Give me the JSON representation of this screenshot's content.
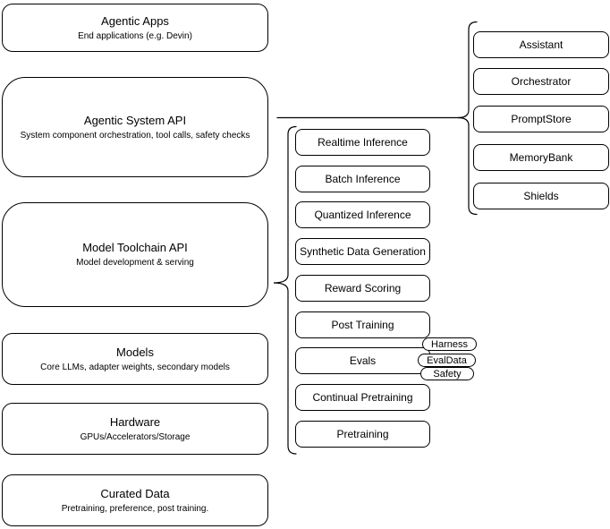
{
  "diagram": {
    "stack": [
      {
        "title": "Agentic Apps",
        "subtitle": "End applications (e.g. Devin)"
      },
      {
        "title": "Agentic System API",
        "subtitle": "System component orchestration, tool calls, safety checks"
      },
      {
        "title": "Model Toolchain API",
        "subtitle": "Model development & serving"
      },
      {
        "title": "Models",
        "subtitle": "Core LLMs, adapter weights, secondary models"
      },
      {
        "title": "Hardware",
        "subtitle": "GPUs/Accelerators/Storage"
      },
      {
        "title": "Curated Data",
        "subtitle": "Pretraining, preference, post training."
      }
    ],
    "toolchain_items": [
      "Realtime Inference",
      "Batch Inference",
      "Quantized Inference",
      "Synthetic Data Generation",
      "Reward Scoring",
      "Post Training",
      "Evals",
      "Continual Pretraining",
      "Pretraining"
    ],
    "evals_tags": [
      "Harness",
      "EvalData",
      "Safety"
    ],
    "system_components": [
      "Assistant",
      "Orchestrator",
      "PromptStore",
      "MemoryBank",
      "Shields"
    ],
    "colors": {
      "stroke": "#000000",
      "fill": "#ffffff",
      "text": "#000000",
      "background": "#ffffff"
    }
  }
}
